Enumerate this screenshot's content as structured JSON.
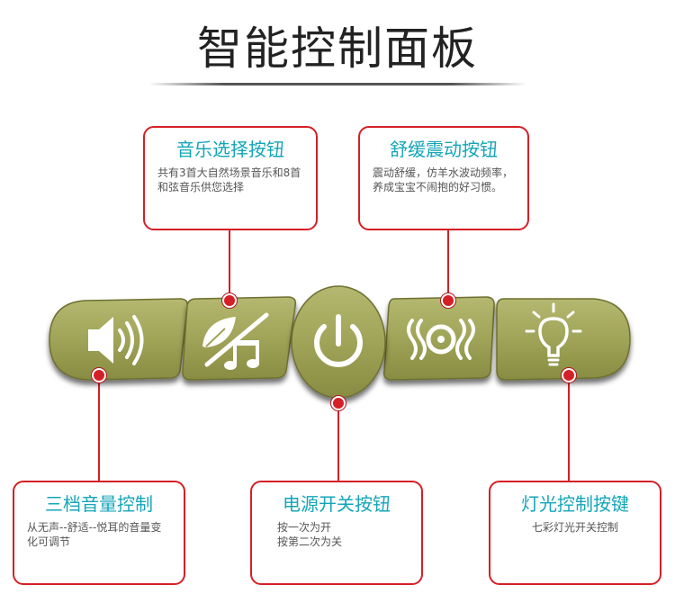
{
  "page": {
    "title": "智能控制面板"
  },
  "cards": {
    "music": {
      "title": "音乐选择按钮",
      "desc": "共有3首大自然场景音乐和8首和弦音乐供您选择"
    },
    "vibration": {
      "title": "舒缓震动按钮",
      "desc": "震动舒缓，仿羊水波动频率，养成宝宝不闹抱的好习惯。"
    },
    "volume": {
      "title": "三档音量控制",
      "desc": "从无声--舒适--悦耳的音量变化可调节"
    },
    "power": {
      "title": "电源开关按钮",
      "desc": "按一次为开\n按第二次为关"
    },
    "light": {
      "title": "灯光控制按键",
      "desc": "七彩灯光开关控制"
    }
  },
  "buttons": [
    {
      "name": "volume-button",
      "icon": "speaker-icon"
    },
    {
      "name": "music-button",
      "icon": "leaf-music-note-icon"
    },
    {
      "name": "power-button",
      "icon": "power-icon"
    },
    {
      "name": "vibration-button",
      "icon": "vibration-icon"
    },
    {
      "name": "light-button",
      "icon": "lightbulb-icon"
    }
  ],
  "colors": {
    "button_face": "#a0a458",
    "accent_red": "#d51f26",
    "accent_teal": "#14a6b8"
  }
}
